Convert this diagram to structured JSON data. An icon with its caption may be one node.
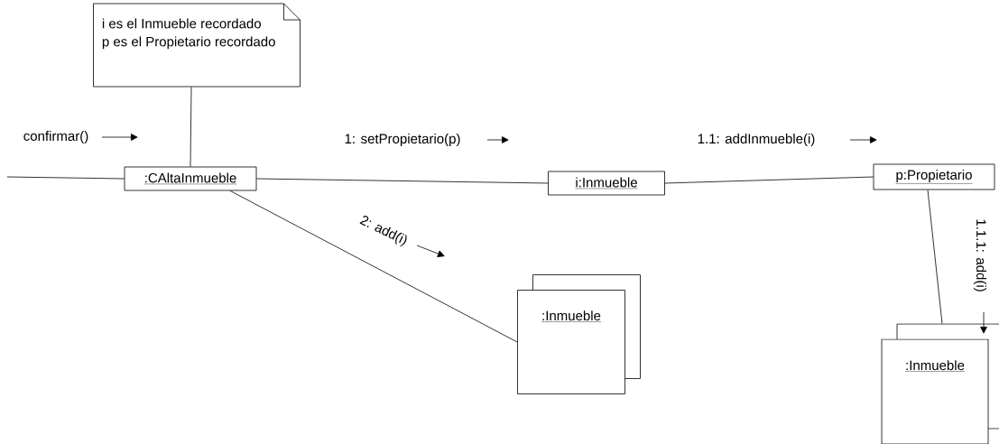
{
  "diagram": {
    "nodes": [
      {
        "text": [
          "i es el Inmueble recordado",
          "p es el Propietario recordado"
        ]
      },
      {
        "text": [
          ":CAltaInmueble"
        ]
      },
      {
        "text": [
          "i:Inmueble"
        ]
      },
      {
        "text": [
          "p:Propietario"
        ]
      },
      {
        "text": [
          ":Inmueble"
        ]
      },
      {
        "text": [
          ":Inmueble"
        ]
      }
    ],
    "edges": [
      {
        "from": 0,
        "to": 1,
        "arrow": "none"
      },
      {
        "from": null,
        "to": 1,
        "arrow": "none",
        "label": "confirmar()"
      },
      {
        "from": 1,
        "to": 2,
        "arrow": "none",
        "label": "1: setPropietario(p)"
      },
      {
        "from": 2,
        "to": 3,
        "arrow": "none",
        "label": "1.1: addInmueble(i)"
      },
      {
        "from": 1,
        "to": 4,
        "arrow": "none",
        "label": "2: add(i)"
      },
      {
        "from": 3,
        "to": 5,
        "arrow": "none",
        "label": "1.1.1: add(i)"
      }
    ]
  }
}
